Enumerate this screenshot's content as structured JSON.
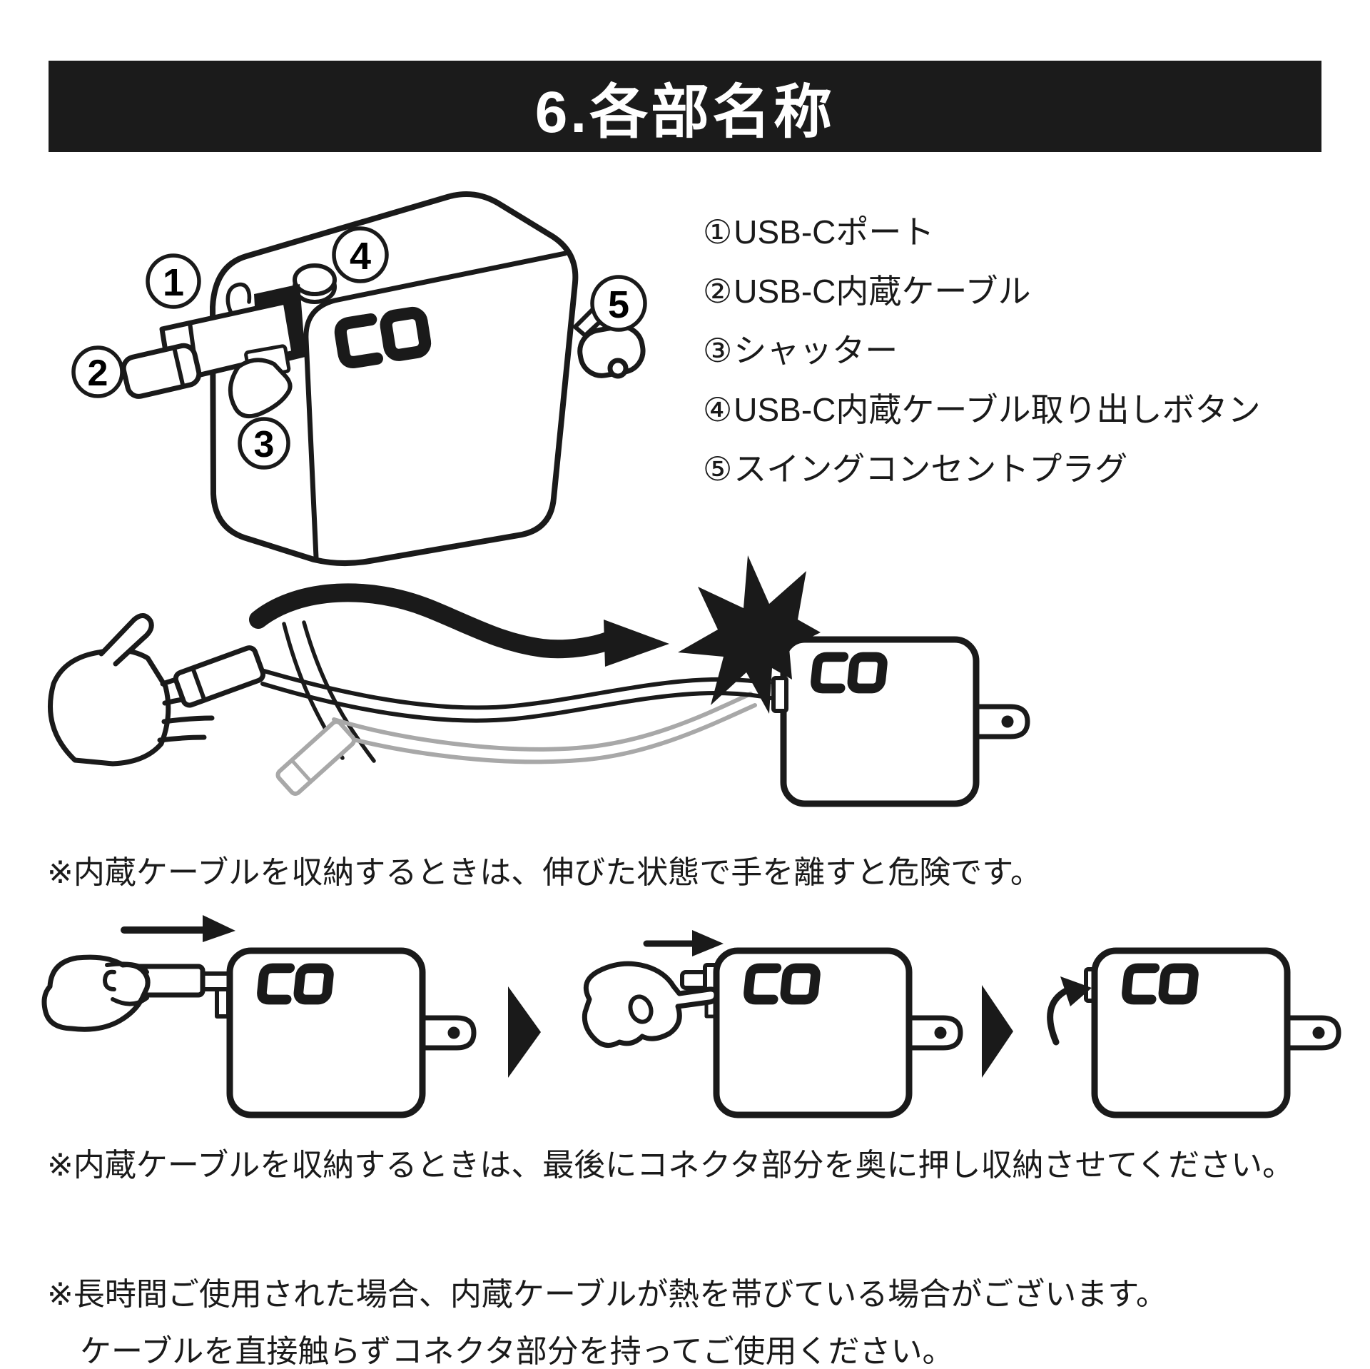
{
  "page": {
    "background": "#ffffff",
    "ink_color": "#1a1a1a",
    "ghost_color": "#a8a8a8"
  },
  "header": {
    "title": "6.各部名称",
    "bg": "#1b1b1b",
    "fg": "#ffffff"
  },
  "parts_diagram": {
    "brand_logo_text": "CIO",
    "callout_numbers": [
      "1",
      "2",
      "3",
      "4",
      "5"
    ],
    "legend": [
      {
        "num": "①",
        "label": "USB-Cポート"
      },
      {
        "num": "②",
        "label": "USB-C内蔵ケーブル"
      },
      {
        "num": "③",
        "label": "シャッター"
      },
      {
        "num": "④",
        "label": "USB-C内蔵ケーブル取り出しボタン"
      },
      {
        "num": "⑤",
        "label": "スイングコンセントプラグ"
      }
    ]
  },
  "notes": {
    "release_warning": "※内蔵ケーブルを収納するときは、伸びた状態で手を離すと危険です。",
    "store_final_push": "※内蔵ケーブルを収納するときは、最後にコネクタ部分を奥に押し収納させてください。",
    "heat_warning_line1": "※長時間ご使用された場合、内蔵ケーブルが熱を帯びている場合がございます。",
    "heat_warning_line2": "ケーブルを直接触らずコネクタ部分を持ってご使用ください。"
  },
  "icons": {
    "cio_logo": "brand wordmark drawn as bracket-C and square-O",
    "push_arrow": "solid right arrow",
    "next_step_arrow": "solid right triangle",
    "snap_swoosh": "thick curved whip arrow",
    "impact_star": "black starburst",
    "retract_curve_arrow": "small curved arrow"
  }
}
